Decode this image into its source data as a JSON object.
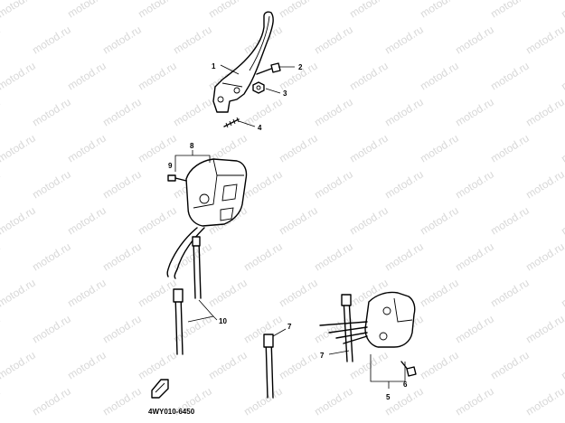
{
  "watermark": "motod.ru",
  "callouts": {
    "c1": "1",
    "c2": "2",
    "c3": "3",
    "c4": "4",
    "c5": "5",
    "c6": "6",
    "c7a": "7",
    "c7b": "7",
    "c8": "8",
    "c9": "9",
    "c10": "10"
  },
  "diagram_code": "4WY010-6450"
}
